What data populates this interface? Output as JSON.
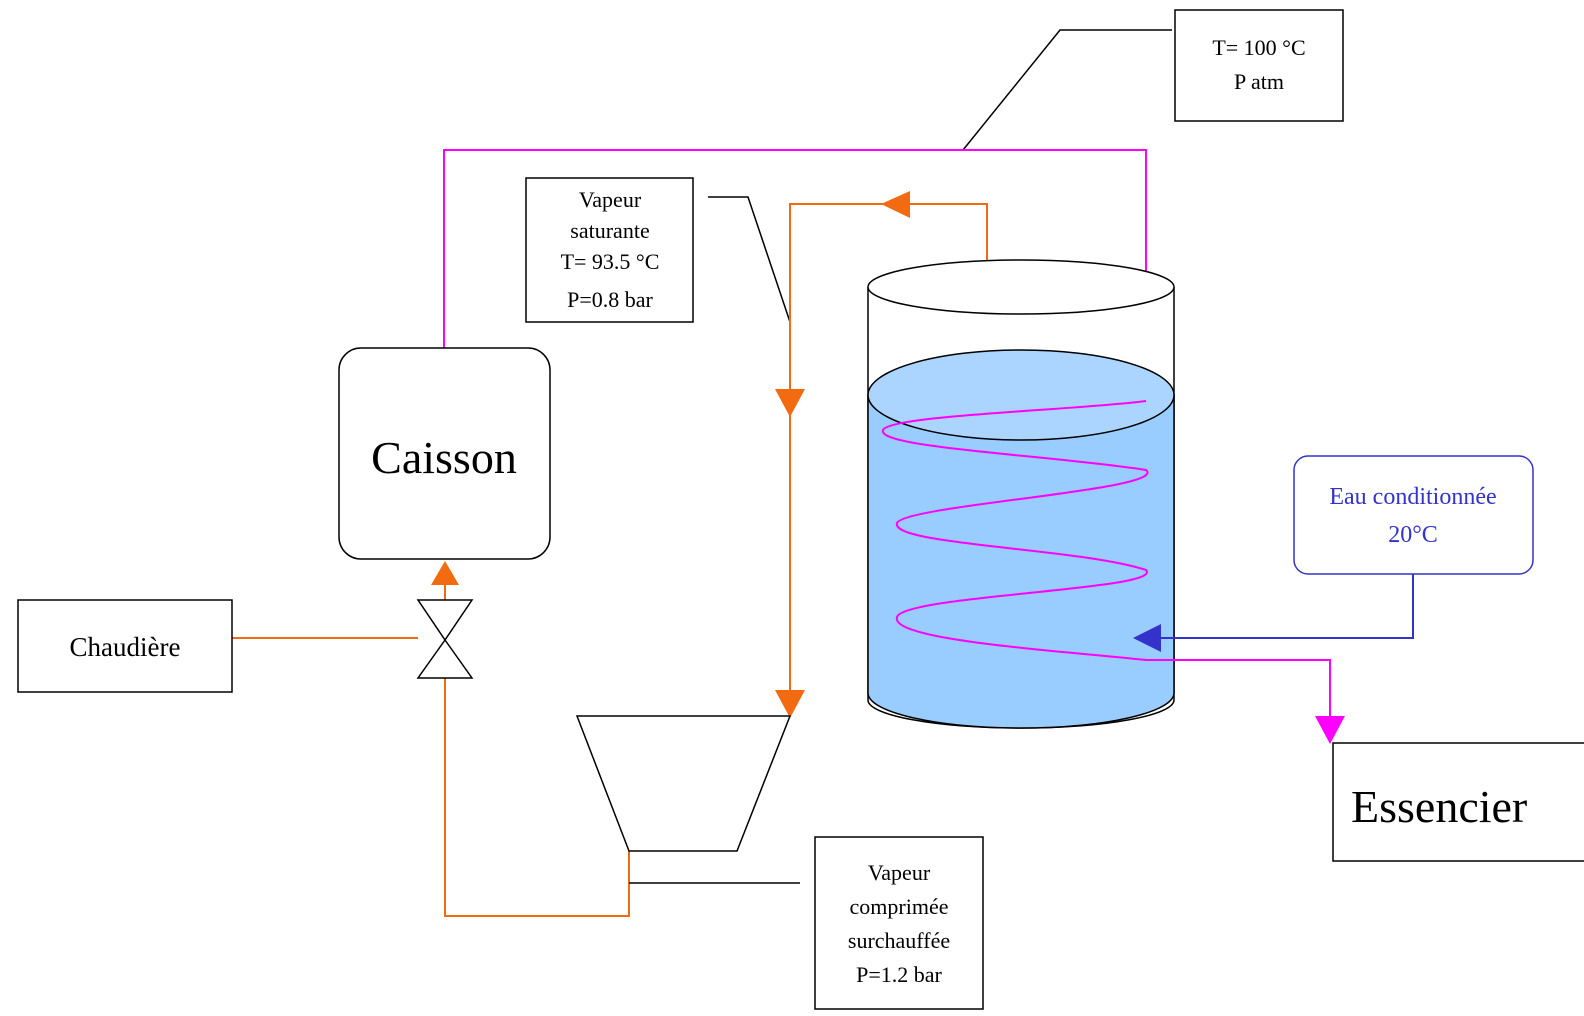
{
  "colors": {
    "steam_line": "#f26b11",
    "hot_line": "#ff00ff",
    "cold_line": "#3333cc",
    "liquid": "#99ccff",
    "black": "#000000"
  },
  "labels": {
    "top_info": [
      "T= 100 °C",
      "P atm"
    ],
    "saturated": [
      "Vapeur",
      "saturante",
      "T= 93.5 °C",
      "P=0.8 bar"
    ],
    "caisson": "Caisson",
    "chaudiere": "Chaudière",
    "water": [
      "Eau conditionnée",
      "20°C"
    ],
    "essencier": "Essencier",
    "compressed": [
      "Vapeur",
      "comprimée",
      "surchauffée",
      "P=1.2 bar"
    ]
  },
  "icons": [
    "valve-icon",
    "arrow-up-icon",
    "arrow-down-icon",
    "arrow-left-icon",
    "compressor-icon",
    "vessel-icon",
    "coil-icon"
  ]
}
